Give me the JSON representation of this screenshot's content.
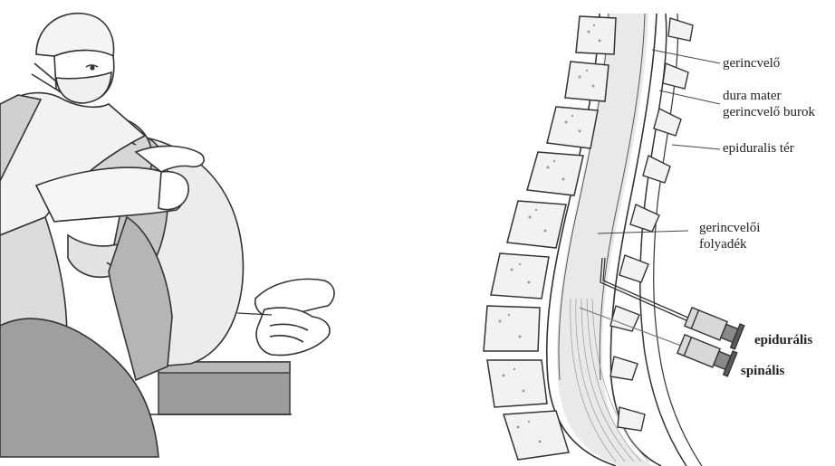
{
  "labels": {
    "spinal_cord": "gerincvelő",
    "dura_line1": "dura mater",
    "dura_line2": "gerincvelő burok",
    "epidural_space": "epiduralis tér",
    "csf_line1": "gerincvelői",
    "csf_line2": "folyadék",
    "needle_epidural": "epidurális",
    "needle_spinal": "spinális"
  },
  "icons": [
    "anesthetist-figure",
    "patient-figure",
    "gloved-hands",
    "bed",
    "vertebra",
    "syringe"
  ],
  "colors": {
    "line": "#333333",
    "bone_fill": "#f2f2f2",
    "bone_texture": "#9a9a9a",
    "skin_gray": "#c8c8c8",
    "dark_gray": "#8e8e8e",
    "cord_fill": "#e9e9e9",
    "background": "#ffffff"
  }
}
